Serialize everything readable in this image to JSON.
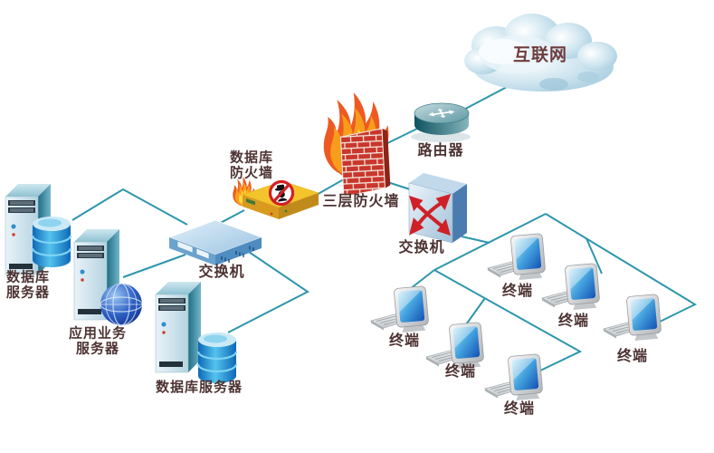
{
  "diagram_type": "network-topology",
  "nodes": {
    "internet": {
      "label": "互联网"
    },
    "router": {
      "label": "路由器"
    },
    "layer3_firewall": {
      "label": "三层防火墙"
    },
    "database_firewall": {
      "line1": "数据库",
      "line2": "防火墙"
    },
    "switch_left": {
      "label": "交换机"
    },
    "switch_right": {
      "label": "交换机"
    },
    "database_server_top": {
      "line1": "数据库",
      "line2": "服务器"
    },
    "app_server": {
      "line1": "应用业务",
      "line2": "服务器"
    },
    "database_server_bottom": {
      "label": "数据库服务器"
    },
    "terminals": [
      {
        "label": "终端"
      },
      {
        "label": "终端"
      },
      {
        "label": "终端"
      },
      {
        "label": "终端"
      },
      {
        "label": "终端"
      },
      {
        "label": "终端"
      }
    ]
  },
  "colors": {
    "connection_line": "#2E96AC",
    "label_text": "#4D3333",
    "internet_text": "#6E3C3C",
    "cloud_fill": "#BCDAE8",
    "brick_red": "#C9362B",
    "flame_orange": "#F89C1C",
    "flame_yellow": "#FFD83D",
    "db_firewall_yellow": "#F4C42D",
    "prohibition_red": "#D21F26",
    "switch_blue": "#6BA3CF",
    "server_teal": "#2E7E96",
    "db_cylinder_blue": "#1787D0",
    "screen_blue": "#1753B8",
    "router_teal": "#2F7D8C",
    "arrow_red": "#CE2127"
  }
}
